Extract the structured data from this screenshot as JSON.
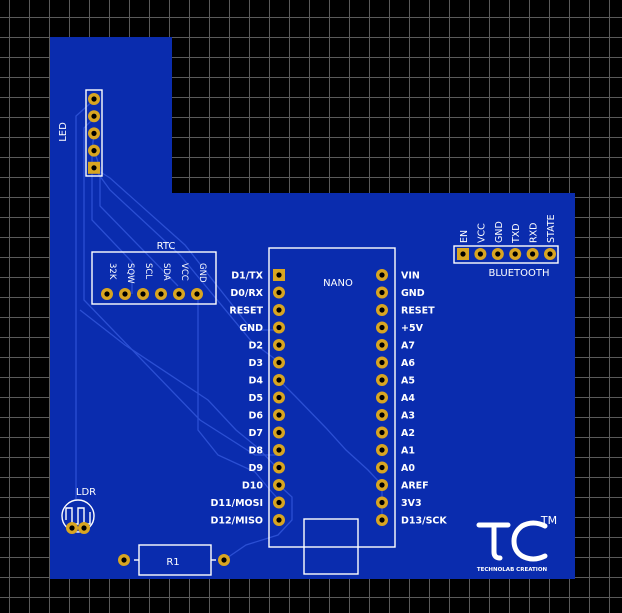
{
  "colors": {
    "board": "#0a2cae",
    "trace": "#2b4fd3",
    "pad": "#d8a521",
    "silkscreen": "#ffffff"
  },
  "led": {
    "label": "LED"
  },
  "rtc": {
    "title": "RTC",
    "pins": [
      "32K",
      "SQW",
      "SCL",
      "SDA",
      "VCC",
      "GND"
    ]
  },
  "nano": {
    "title": "NANO",
    "left_pins": [
      "D1/TX",
      "D0/RX",
      "RESET",
      "GND",
      "D2",
      "D3",
      "D4",
      "D5",
      "D6",
      "D7",
      "D8",
      "D9",
      "D10",
      "D11/MOSI",
      "D12/MISO"
    ],
    "right_pins": [
      "VIN",
      "GND",
      "RESET",
      "+5V",
      "A7",
      "A6",
      "A5",
      "A4",
      "A3",
      "A2",
      "A1",
      "A0",
      "AREF",
      "3V3",
      "D13/SCK"
    ]
  },
  "bluetooth": {
    "title": "BLUETOOTH",
    "pins": [
      "EN",
      "VCC",
      "GND",
      "TXD",
      "RXD",
      "STATE"
    ]
  },
  "ldr": {
    "label": "LDR"
  },
  "resistor": {
    "label": "R1"
  },
  "logo": {
    "letters": "TC",
    "trademark": "TM",
    "company": "TECHNOLAB CREATION"
  }
}
